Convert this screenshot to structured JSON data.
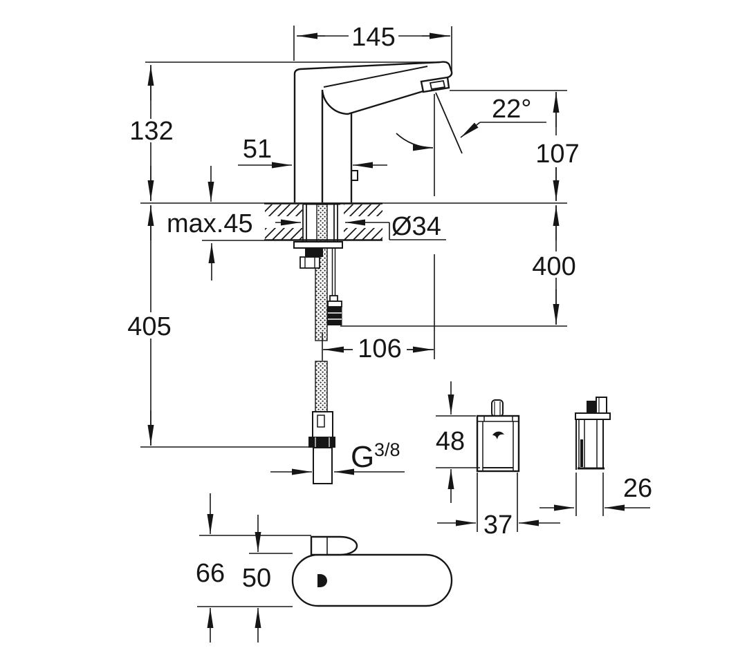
{
  "colors": {
    "ink": "#161616",
    "background": "#ffffff"
  },
  "drawing_labels": {
    "spout_reach": "145",
    "height_above_deck": "132",
    "body_width": "51",
    "spray_angle": "22°",
    "outlet_height": "107",
    "max_deck_thickness": "max.45",
    "hole_diameter": "Ø34",
    "connection_length": "400",
    "length_below_deck": "405",
    "outlet_offset": "106",
    "thread_letter": "G",
    "thread_size": "3/8",
    "control_box_height": "48",
    "control_box_width": "37",
    "control_box_depth": "26",
    "base_view_length": "66",
    "base_view_width": "50"
  }
}
